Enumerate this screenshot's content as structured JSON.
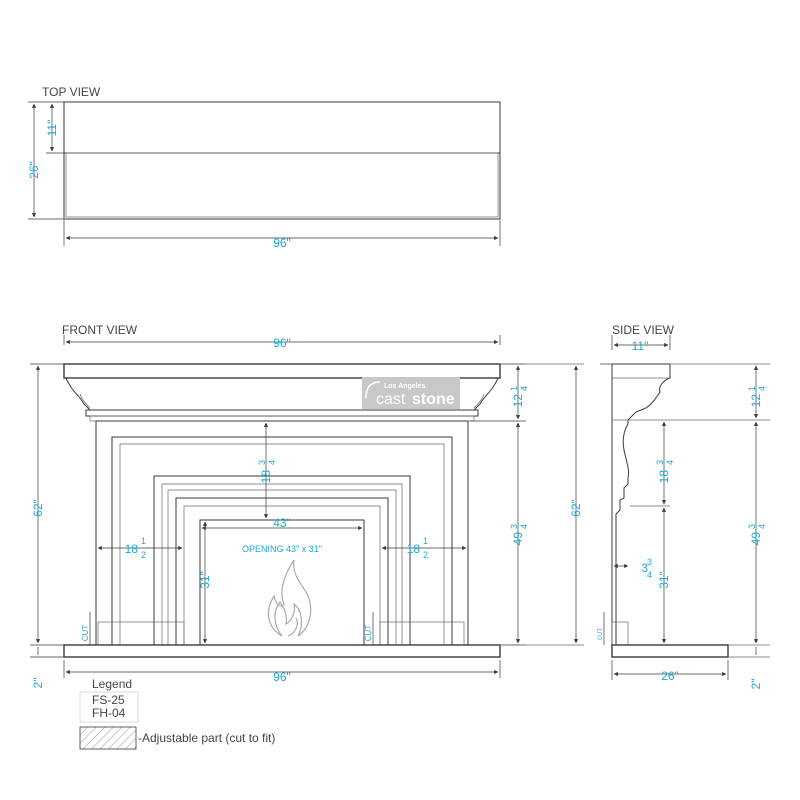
{
  "views": {
    "top": {
      "title": "TOP VIEW"
    },
    "front": {
      "title": "FRONT VIEW"
    },
    "side": {
      "title": "SIDE VIEW"
    }
  },
  "dimensions": {
    "top_width": "96\"",
    "top_depth": "26\"",
    "top_shelf": "11\"",
    "front_shelf_width": "96\"",
    "front_height": "62\"",
    "front_crown_a": "12",
    "front_crown_b": "1",
    "front_crown_c": "4",
    "front_over_opening_a": "18",
    "front_over_opening_b": "3",
    "front_over_opening_c": "4",
    "front_leg_a": "18",
    "front_leg_b": "1",
    "front_leg_c": "2",
    "front_opening_width": "43\"",
    "front_opening_height": "31\"",
    "front_leg_height_a": "49",
    "front_leg_height_b": "3",
    "front_leg_height_c": "4",
    "front_hearth_width": "96\"",
    "front_hearth_thickness": "2\"",
    "opening_note": "OPENING 43\" x 31\"",
    "cut_label": "CUT",
    "side_depth": "11\"",
    "side_height": "62\"",
    "side_crown_a": "12",
    "side_crown_b": "1",
    "side_crown_c": "4",
    "side_over_a": "18",
    "side_over_b": "3",
    "side_over_c": "4",
    "side_leg_a": "49",
    "side_leg_b": "3",
    "side_leg_c": "4",
    "side_inset_a": "3",
    "side_inset_b": "3",
    "side_inset_c": "4",
    "side_opening": "31\"",
    "side_hearth_depth": "26\"",
    "side_hearth_thickness": "2\""
  },
  "logo": {
    "line1": "Los Angeles",
    "cast": "cast",
    "stone": "stone"
  },
  "legend": {
    "title": "Legend",
    "model1": "FS-25",
    "model2": "FH-04",
    "adjustable": "-Adjustable part (cut to fit)"
  },
  "colors": {
    "dimension_text": "#1fa8d8",
    "line": "#3a3a3a"
  }
}
